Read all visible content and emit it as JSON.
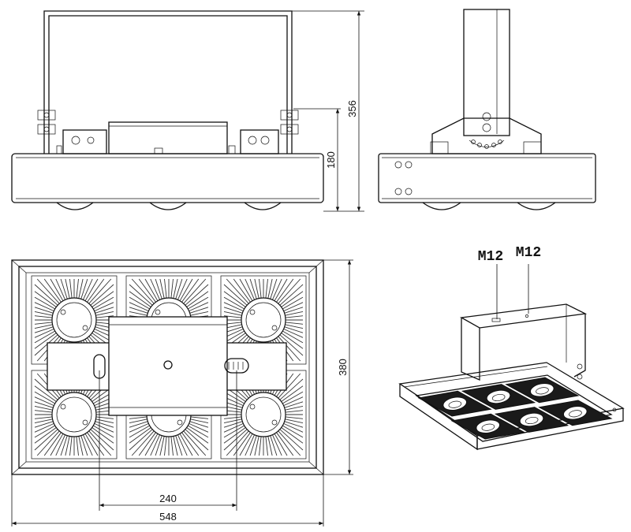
{
  "drawing": {
    "views": [
      "front-view",
      "side-view",
      "top-view",
      "isometric-view"
    ],
    "dimensions": {
      "overall_height": "356",
      "body_height": "180",
      "depth": "380",
      "mount_spacing": "240",
      "overall_width": "548"
    },
    "callouts": {
      "bolt_left": "M12",
      "bolt_right": "M12"
    },
    "led_modules": 6,
    "colors": {
      "line": "#111111",
      "background": "#ffffff"
    }
  }
}
